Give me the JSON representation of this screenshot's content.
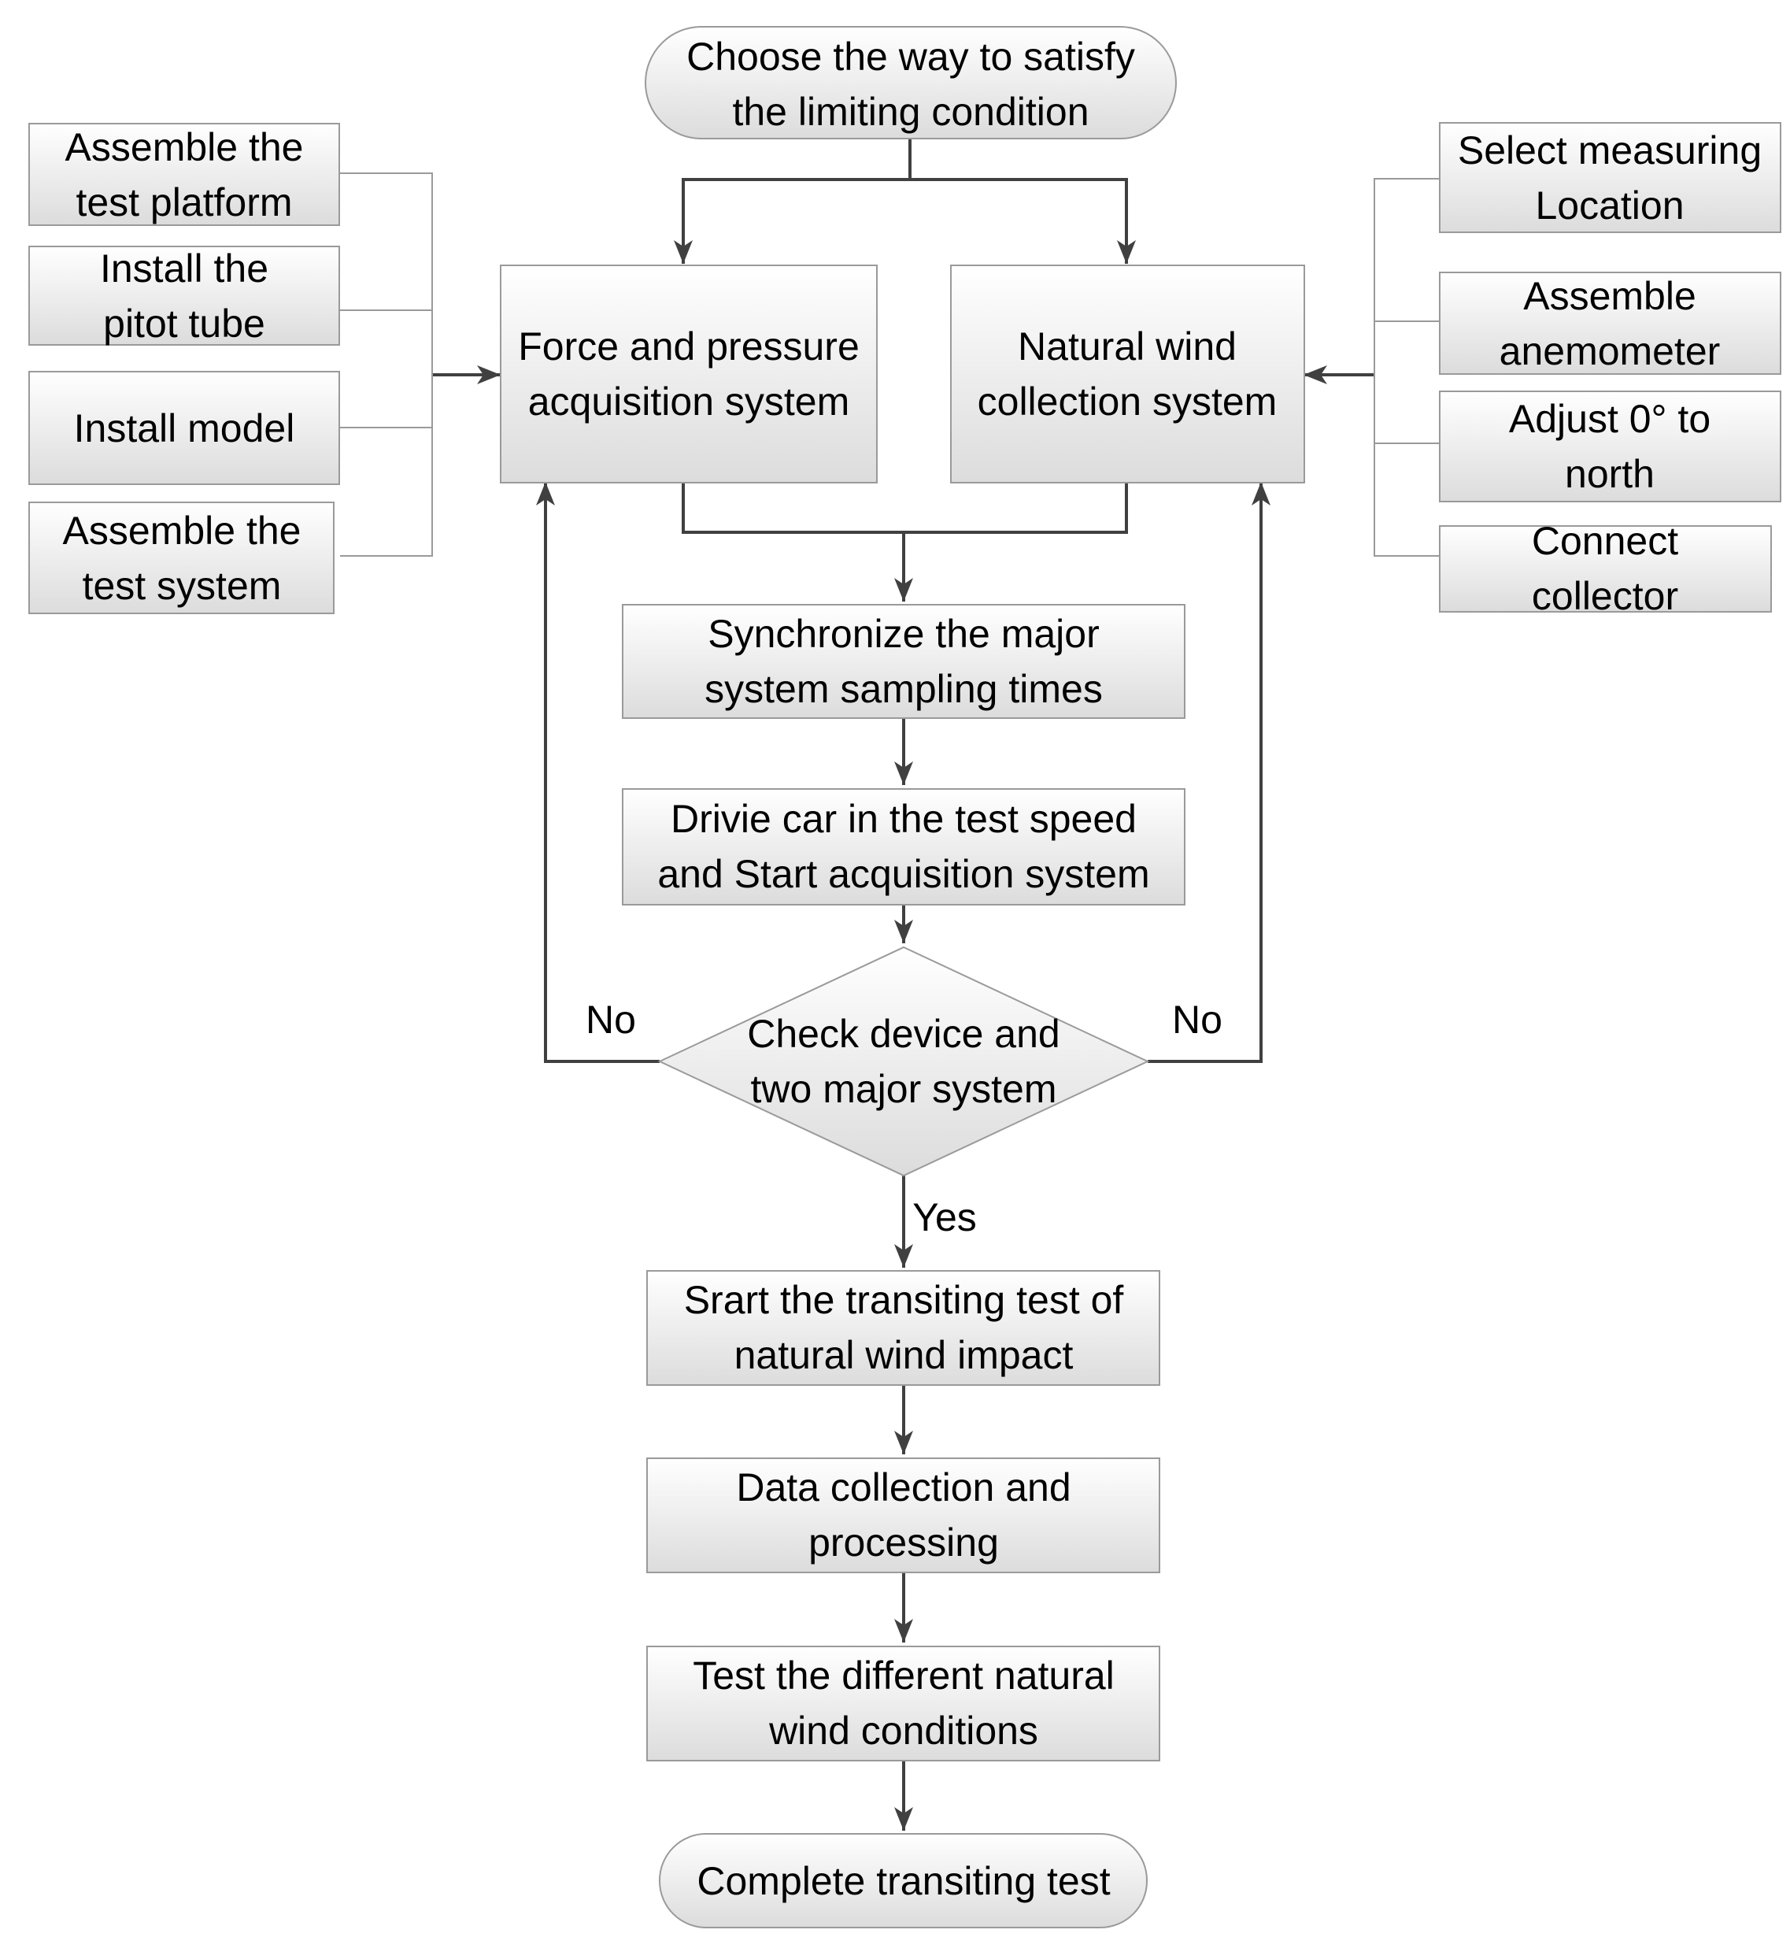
{
  "diagram": {
    "start": [
      "Choose the way to satisfy",
      "the limiting condition"
    ],
    "left_inputs": [
      [
        "Assemble the",
        "test platform"
      ],
      [
        "Install the",
        "pitot tube"
      ],
      [
        "Install model"
      ],
      [
        "Assemble the",
        "test system"
      ]
    ],
    "right_inputs": [
      [
        "Select measuring",
        "Location"
      ],
      [
        "Assemble",
        "anemometer"
      ],
      [
        "Adjust 0° to",
        "north"
      ],
      [
        "Connect",
        "collector"
      ]
    ],
    "force_system": [
      "Force and pressure",
      "acquisition system"
    ],
    "wind_system": [
      "Natural wind",
      "collection system"
    ],
    "synchronize": [
      "Synchronize the major",
      "system sampling times"
    ],
    "drive": [
      "Drivie car in the test speed",
      "and Start  acquisition system"
    ],
    "check": [
      "Check device and",
      "two major system"
    ],
    "no_left": "No",
    "no_right": "No",
    "yes": "Yes",
    "transit": [
      "Srart the transiting test of",
      "natural wind impact"
    ],
    "data": [
      "Data collection and",
      "processing"
    ],
    "test": [
      "Test the different natural",
      "wind conditions"
    ],
    "end": [
      "Complete transiting test"
    ]
  }
}
